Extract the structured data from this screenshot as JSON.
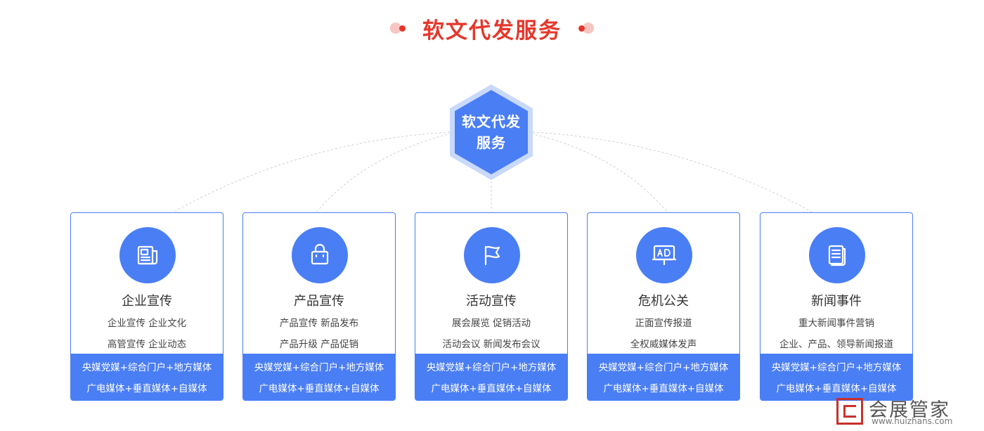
{
  "title": "软文代发服务",
  "hub": {
    "line1": "软文代发",
    "line2": "服务"
  },
  "cards": [
    {
      "icon": "newspaper-icon",
      "title": "企业宣传",
      "desc1": "企业宣传   企业文化",
      "desc2": "高管宣传   企业动态",
      "band1": "央媒党媒+综合门户+地方媒体",
      "band2": "广电媒体+垂直媒体+自媒体"
    },
    {
      "icon": "bag-icon",
      "title": "产品宣传",
      "desc1": "产品宣传   新品发布",
      "desc2": "产品升级   产品促销",
      "band1": "央媒党媒+综合门户+地方媒体",
      "band2": "广电媒体+垂直媒体+自媒体"
    },
    {
      "icon": "flag-icon",
      "title": "活动宣传",
      "desc1": "展会展览   促销活动",
      "desc2": "活动会议   新闻发布会议",
      "band1": "央媒党媒+综合门户+地方媒体",
      "band2": "广电媒体+垂直媒体+自媒体"
    },
    {
      "icon": "ad-board-icon",
      "title": "危机公关",
      "desc1": "正面宣传报道",
      "desc2": "全权威媒体发声",
      "band1": "央媒党媒+综合门户+地方媒体",
      "band2": "广电媒体+垂直媒体+自媒体"
    },
    {
      "icon": "document-icon",
      "title": "新闻事件",
      "desc1": "重大新闻事件营销",
      "desc2": "企业、产品、领导新闻报道",
      "band1": "央媒党媒+综合门户+地方媒体",
      "band2": "广电媒体+垂直媒体+自媒体"
    }
  ],
  "watermark": {
    "name": "会展管家",
    "url": "www.huizhans.com"
  },
  "colors": {
    "accent": "#4a7ef5",
    "title_red": "#e5372c",
    "hub_ring": "#c9d9fb"
  }
}
